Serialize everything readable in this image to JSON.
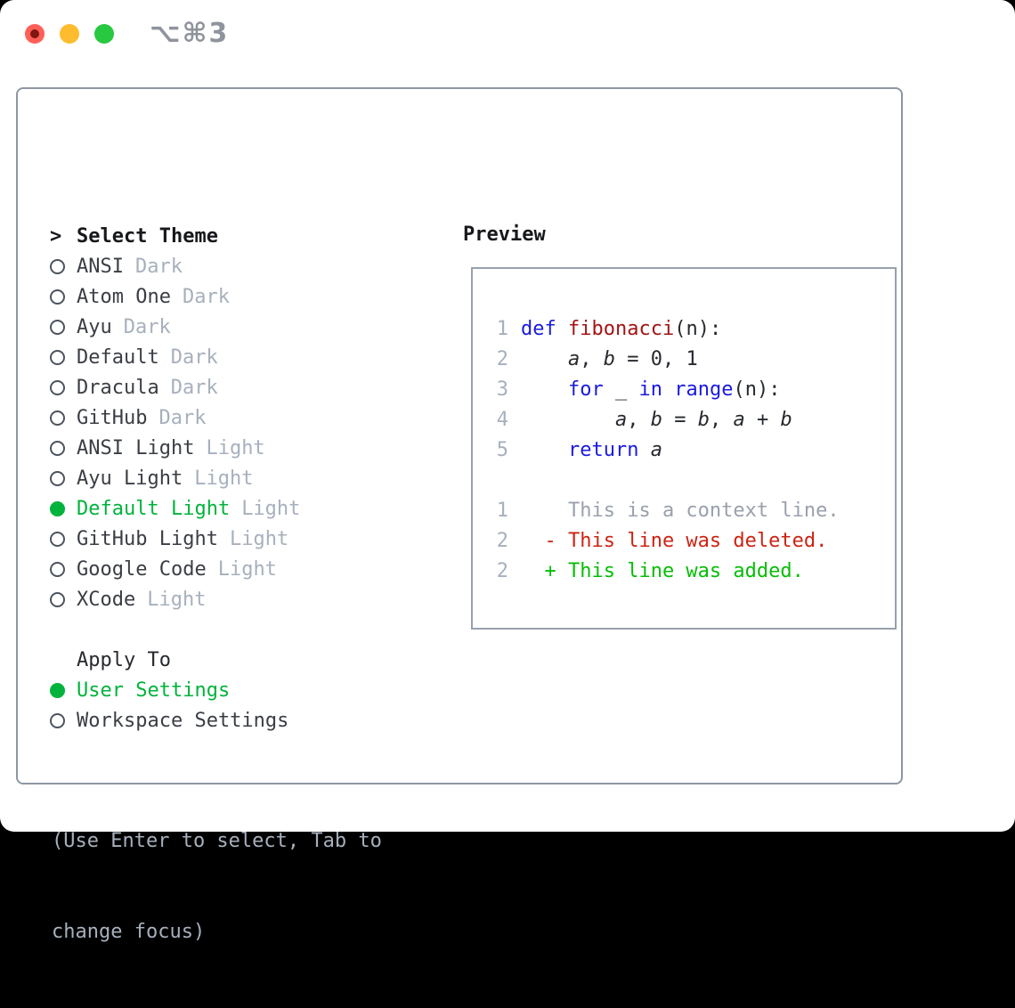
{
  "window": {
    "shortcut_label": "⌥⌘3"
  },
  "theme_selector": {
    "prompt": ">",
    "title": "Select Theme",
    "items": [
      {
        "label": "ANSI",
        "variant": "Dark",
        "selected": false
      },
      {
        "label": "Atom One",
        "variant": "Dark",
        "selected": false
      },
      {
        "label": "Ayu",
        "variant": "Dark",
        "selected": false
      },
      {
        "label": "Default",
        "variant": "Dark",
        "selected": false
      },
      {
        "label": "Dracula",
        "variant": "Dark",
        "selected": false
      },
      {
        "label": "GitHub",
        "variant": "Dark",
        "selected": false
      },
      {
        "label": "ANSI Light",
        "variant": "Light",
        "selected": false
      },
      {
        "label": "Ayu Light",
        "variant": "Light",
        "selected": false
      },
      {
        "label": "Default Light",
        "variant": "Light",
        "selected": true
      },
      {
        "label": "GitHub Light",
        "variant": "Light",
        "selected": false
      },
      {
        "label": "Google Code",
        "variant": "Light",
        "selected": false
      },
      {
        "label": "XCode",
        "variant": "Light",
        "selected": false
      }
    ]
  },
  "apply_to": {
    "title": "Apply To",
    "options": [
      {
        "label": "User Settings",
        "selected": true
      },
      {
        "label": "Workspace Settings",
        "selected": false
      }
    ]
  },
  "hint": {
    "line1": "(Use Enter to select, Tab to",
    "line2": "change focus)"
  },
  "preview": {
    "title": "Preview",
    "lines": [
      {
        "num": "1",
        "tokens": [
          {
            "text": "def",
            "type": "kw"
          },
          {
            "text": " ",
            "type": "plain"
          },
          {
            "text": "fibonacci",
            "type": "fn"
          },
          {
            "text": "(n):",
            "type": "plain"
          }
        ]
      },
      {
        "num": "2",
        "tokens": [
          {
            "text": "    ",
            "type": "plain"
          },
          {
            "text": "a",
            "type": "var"
          },
          {
            "text": ", ",
            "type": "plain"
          },
          {
            "text": "b",
            "type": "var"
          },
          {
            "text": " = 0, 1",
            "type": "plain"
          }
        ]
      },
      {
        "num": "3",
        "tokens": [
          {
            "text": "    ",
            "type": "plain"
          },
          {
            "text": "for",
            "type": "kw"
          },
          {
            "text": " _ ",
            "type": "plain"
          },
          {
            "text": "in",
            "type": "kw"
          },
          {
            "text": " ",
            "type": "plain"
          },
          {
            "text": "range",
            "type": "kw"
          },
          {
            "text": "(n):",
            "type": "plain"
          }
        ]
      },
      {
        "num": "4",
        "tokens": [
          {
            "text": "        ",
            "type": "plain"
          },
          {
            "text": "a",
            "type": "var"
          },
          {
            "text": ", ",
            "type": "plain"
          },
          {
            "text": "b",
            "type": "var"
          },
          {
            "text": " = ",
            "type": "plain"
          },
          {
            "text": "b",
            "type": "var"
          },
          {
            "text": ", ",
            "type": "plain"
          },
          {
            "text": "a",
            "type": "var"
          },
          {
            "text": " + ",
            "type": "plain"
          },
          {
            "text": "b",
            "type": "var"
          }
        ]
      },
      {
        "num": "5",
        "tokens": [
          {
            "text": "    ",
            "type": "plain"
          },
          {
            "text": "return",
            "type": "kw"
          },
          {
            "text": " ",
            "type": "plain"
          },
          {
            "text": "a",
            "type": "var"
          }
        ]
      },
      {
        "num": "",
        "tokens": []
      },
      {
        "num": "1",
        "tokens": [
          {
            "text": "    This is a context line.",
            "type": "ctx"
          }
        ]
      },
      {
        "num": "2",
        "tokens": [
          {
            "text": "  - This line was deleted.",
            "type": "del"
          }
        ]
      },
      {
        "num": "2",
        "tokens": [
          {
            "text": "  + This line was added.",
            "type": "add"
          }
        ]
      }
    ]
  },
  "colors": {
    "keyword": "#1a1ae0",
    "function_name": "#a31414",
    "deleted": "#cc2413",
    "added": "#07bd07",
    "context": "#9aa1ac",
    "selected_green": "#00b33c",
    "muted_gray": "#a7b0bd",
    "text": "#26292e",
    "panel_border": "#8d97a3",
    "traffic_red": "#ff5f57",
    "traffic_yellow": "#febc2e",
    "traffic_green": "#28c840"
  }
}
